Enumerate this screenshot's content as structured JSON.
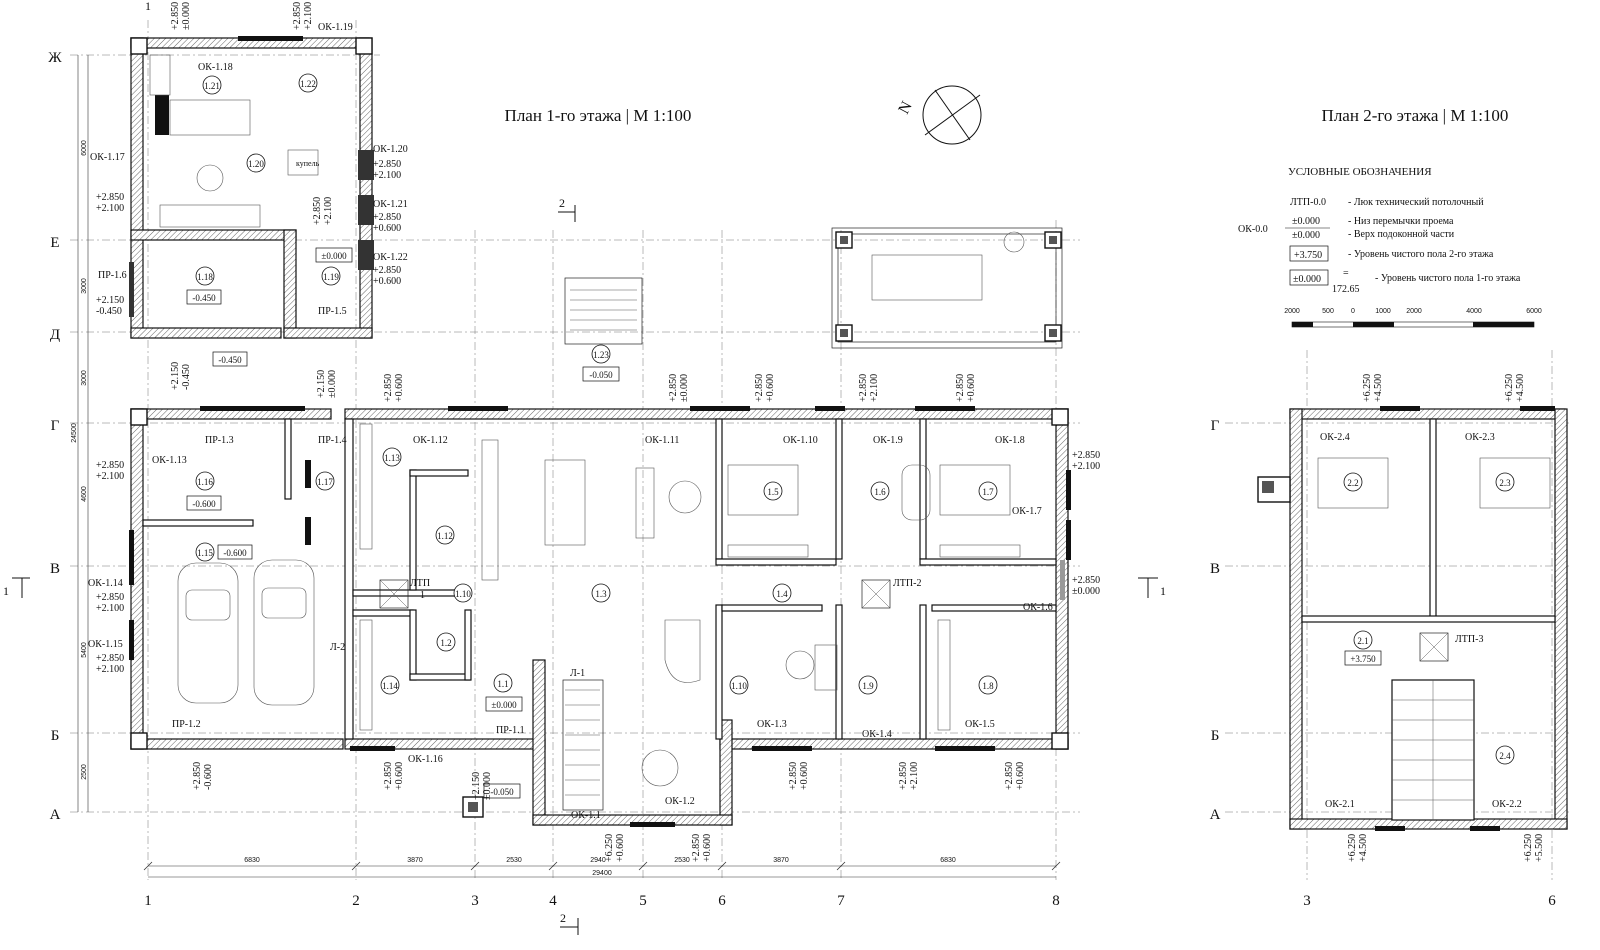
{
  "titles": {
    "plan1": "План 1-го этажа | М 1:100",
    "plan2": "План 2-го этажа | М 1:100",
    "north": "N"
  },
  "legend": {
    "heading": "УСЛОВНЫЕ ОБОЗНАЧЕНИЯ",
    "items": [
      {
        "symbol": "ЛТП-0.0",
        "text": "- Люк технический потолочный"
      },
      {
        "symbol": "±0.000",
        "text": "- Низ перемычки проема"
      },
      {
        "symbol": "±0.000",
        "text": "- Верх подоконной части"
      },
      {
        "symbol": "+3.750",
        "text": "- Уровень чистого пола 2-го этажа"
      },
      {
        "symbol": "±0.000",
        "text": "- Уровень чистого пола 1-го этажа"
      }
    ],
    "ok_label": "ОК-0.0",
    "abs_level": "172.65",
    "eq": "=",
    "scale_ticks": [
      "2000",
      "500",
      "0",
      "1000",
      "2000",
      "4000",
      "6000"
    ]
  },
  "axes": {
    "rows": [
      "Ж",
      "Е",
      "Д",
      "Г",
      "В",
      "Б",
      "А"
    ],
    "cols1": [
      "1",
      "2",
      "3",
      "4",
      "5",
      "6",
      "7",
      "8"
    ],
    "rows2": [
      "Г",
      "В",
      "Б",
      "А"
    ],
    "cols2": [
      "3",
      "6"
    ]
  },
  "dimensions": {
    "bottom": [
      "6830",
      "3870",
      "2530",
      "2940",
      "2530",
      "3870",
      "6830"
    ],
    "total": "29400",
    "left": [
      "6000",
      "3000",
      "3000",
      "4600",
      "5400",
      "2500"
    ],
    "left_total": "24500"
  },
  "sections": {
    "s1": "1",
    "s2": "2"
  },
  "rooms1": [
    {
      "id": "1.1"
    },
    {
      "id": "1.2"
    },
    {
      "id": "1.3"
    },
    {
      "id": "1.4"
    },
    {
      "id": "1.5"
    },
    {
      "id": "1.6"
    },
    {
      "id": "1.7"
    },
    {
      "id": "1.8"
    },
    {
      "id": "1.8"
    },
    {
      "id": "1.9"
    },
    {
      "id": "1.10"
    },
    {
      "id": "1.11"
    },
    {
      "id": "1.12"
    },
    {
      "id": "1.13"
    },
    {
      "id": "1.14"
    },
    {
      "id": "1.15"
    },
    {
      "id": "1.16"
    },
    {
      "id": "1.17"
    },
    {
      "id": "1.18"
    },
    {
      "id": "1.19"
    },
    {
      "id": "1.20"
    },
    {
      "id": "1.21"
    },
    {
      "id": "1.22"
    },
    {
      "id": "1.23"
    }
  ],
  "rooms2": [
    {
      "id": "2.1"
    },
    {
      "id": "2.2"
    },
    {
      "id": "2.3"
    },
    {
      "id": "2.4"
    }
  ],
  "levels": {
    "l_m0450a": "-0.450",
    "l_m0450b": "-0.450",
    "l_m0600a": "-0.600",
    "l_m0600b": "-0.600",
    "l_m0050a": "-0.050",
    "l_m0050b": "-0.050",
    "l_0000a": "±0.000",
    "l_0000b": "±0.000",
    "l_3750": "+3.750"
  },
  "openings": {
    "ok117": "ОК-1.17",
    "ok118": "ОК-1.18",
    "ok119": "ОК-1.19",
    "ok120": "ОК-1.20",
    "ok121": "ОК-1.21",
    "ok122": "ОК-1.22",
    "ok113": "ОК-1.13",
    "ok114": "ОК-1.14",
    "ok115": "ОК-1.15",
    "ok112": "ОК-1.12",
    "ok111": "ОК-1.11",
    "ok110": "ОК-1.10",
    "ok19": "ОК-1.9",
    "ok18": "ОК-1.8",
    "ok17": "ОК-1.7",
    "ok16": "ОК-1.6",
    "ok15": "ОК-1.5",
    "ok14": "ОК-1.4",
    "ok13": "ОК-1.3",
    "ok12": "ОК-1.2",
    "ok11": "ОК-1.1",
    "ok116": "ОК-1.16",
    "pr16": "ПР-1.6",
    "pr15": "ПР-1.5",
    "pr13": "ПР-1.3",
    "pr14": "ПР-1.4",
    "pr12": "ПР-1.2",
    "pr11": "ПР-1.1",
    "ltp1": "ЛТП",
    "ltp1n": "1",
    "ltp2": "ЛТП-2",
    "ltp3": "ЛТП-3",
    "l1": "Л-1",
    "l2": "Л-2",
    "ok24": "ОК-2.4",
    "ok23": "ОК-2.3",
    "ok21": "ОК-2.1",
    "ok22": "ОК-2.2",
    "kupel": "купель"
  },
  "marks": {
    "a2850": "+2.850",
    "a2100": "+2.100",
    "a0600": "+0.600",
    "a0000": "±0.000",
    "a2150": "+2.150",
    "a_m0450": "-0.450",
    "a_m0600": "-0.600",
    "a6250": "+6.250",
    "a4500": "+4.500",
    "a5500": "+5.500"
  }
}
